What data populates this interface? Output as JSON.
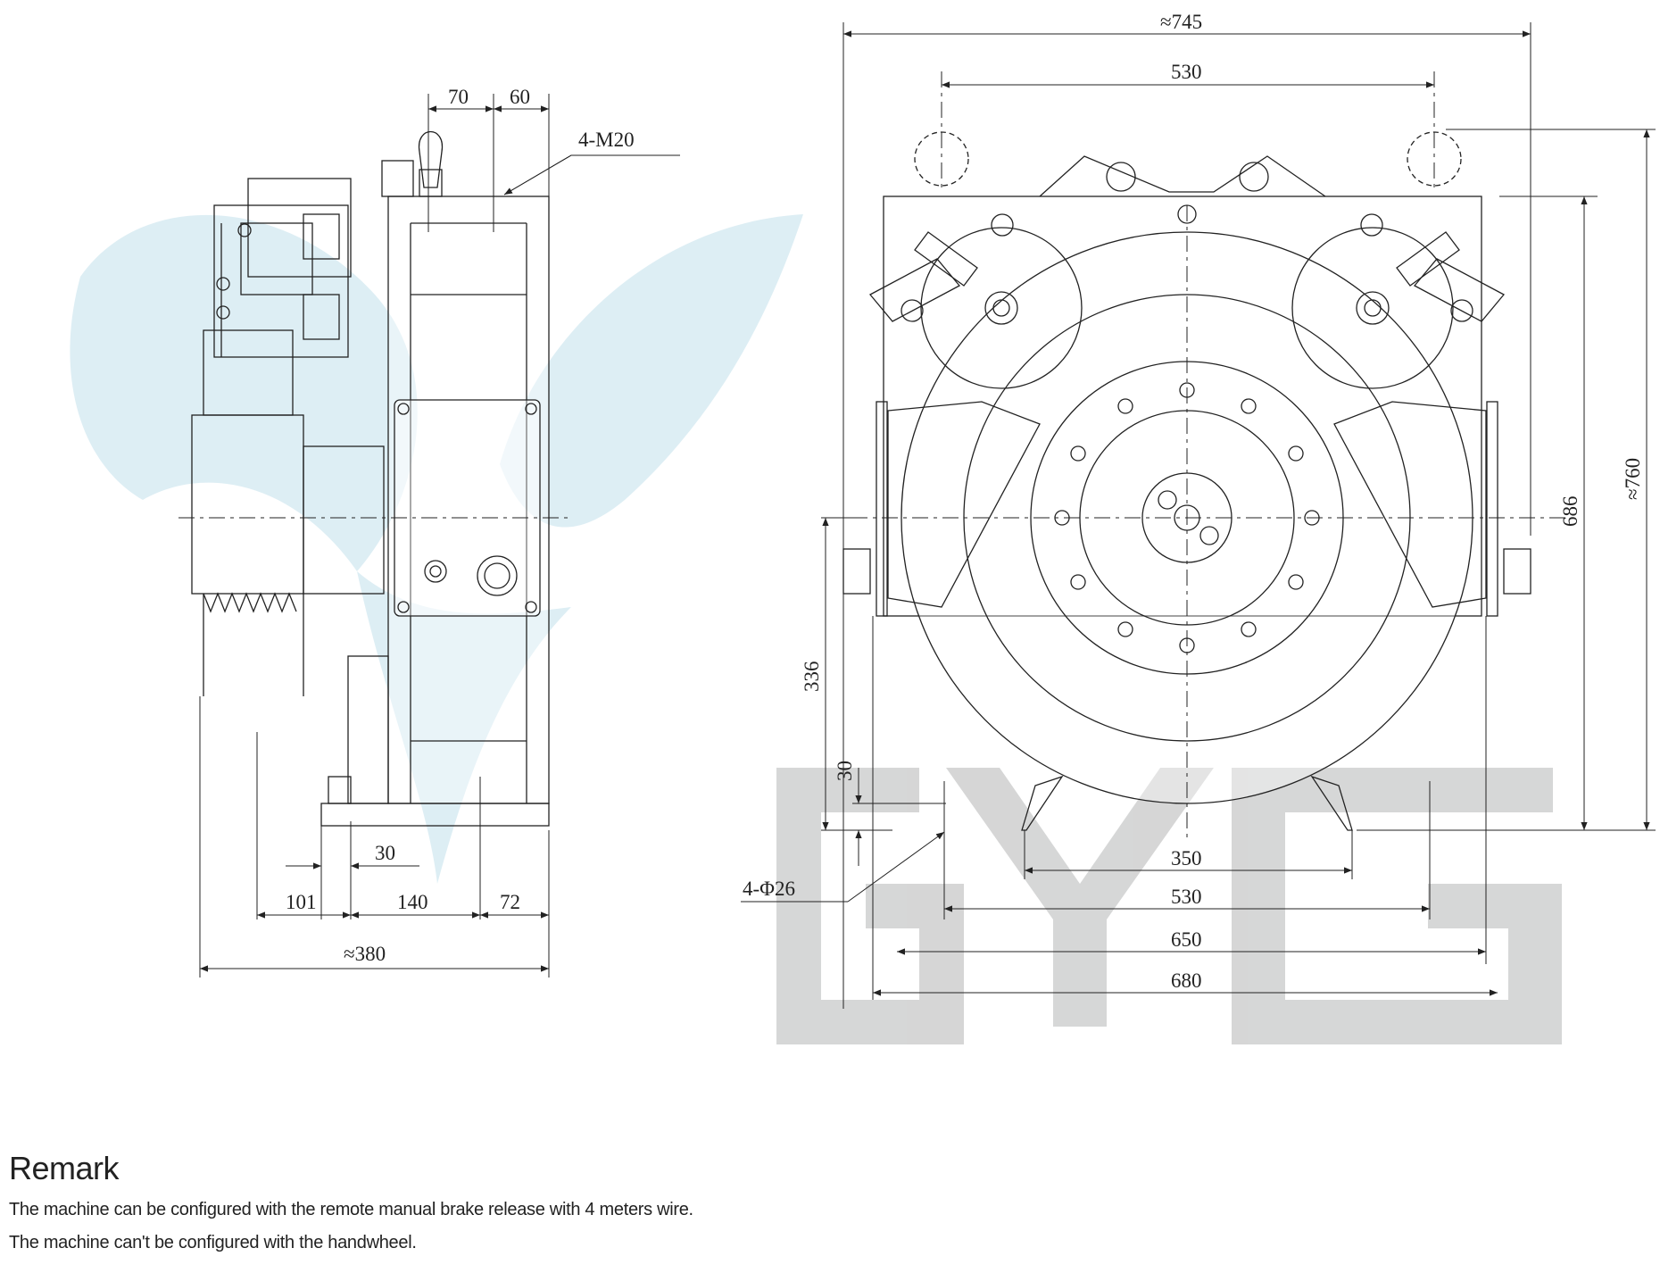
{
  "watermark": {
    "logo_text": "GYG",
    "color": "#cfd0d0",
    "accent": "#d9ecf3"
  },
  "side_view": {
    "dims": {
      "d70": "70",
      "d60": "60",
      "thread": "4-M20",
      "d30": "30",
      "d101": "101",
      "d140": "140",
      "d72": "72",
      "d380": "≈380"
    }
  },
  "front_view": {
    "dims": {
      "d745": "≈745",
      "d530_top": "530",
      "d760": "≈760",
      "d686": "686",
      "d336": "336",
      "d30_left": "30",
      "holes": "4-Φ26",
      "d350": "350",
      "d530_bottom": "530",
      "d650": "650",
      "d680": "680"
    }
  },
  "remark": {
    "title": "Remark",
    "line1": "The machine can be configured with the remote manual brake release with 4 meters wire.",
    "line2": "The machine can't be configured with the handwheel."
  }
}
